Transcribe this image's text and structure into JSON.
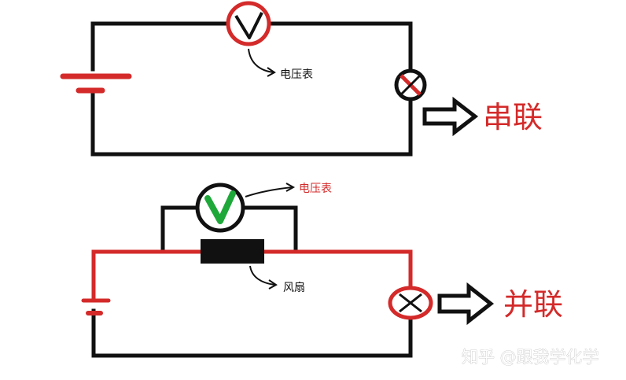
{
  "top_circuit": {
    "meter_label": "电压表",
    "arrow_label": "串联"
  },
  "bottom_circuit": {
    "meter_label": "电压表",
    "fan_label": "风扇",
    "arrow_label": "并联"
  },
  "watermark": "知乎 @跟我学化学",
  "colors": {
    "wire_black": "#111111",
    "wire_red": "#d42a2a",
    "meter_ok": "#1fa83a",
    "label_red": "#d42a2a"
  }
}
